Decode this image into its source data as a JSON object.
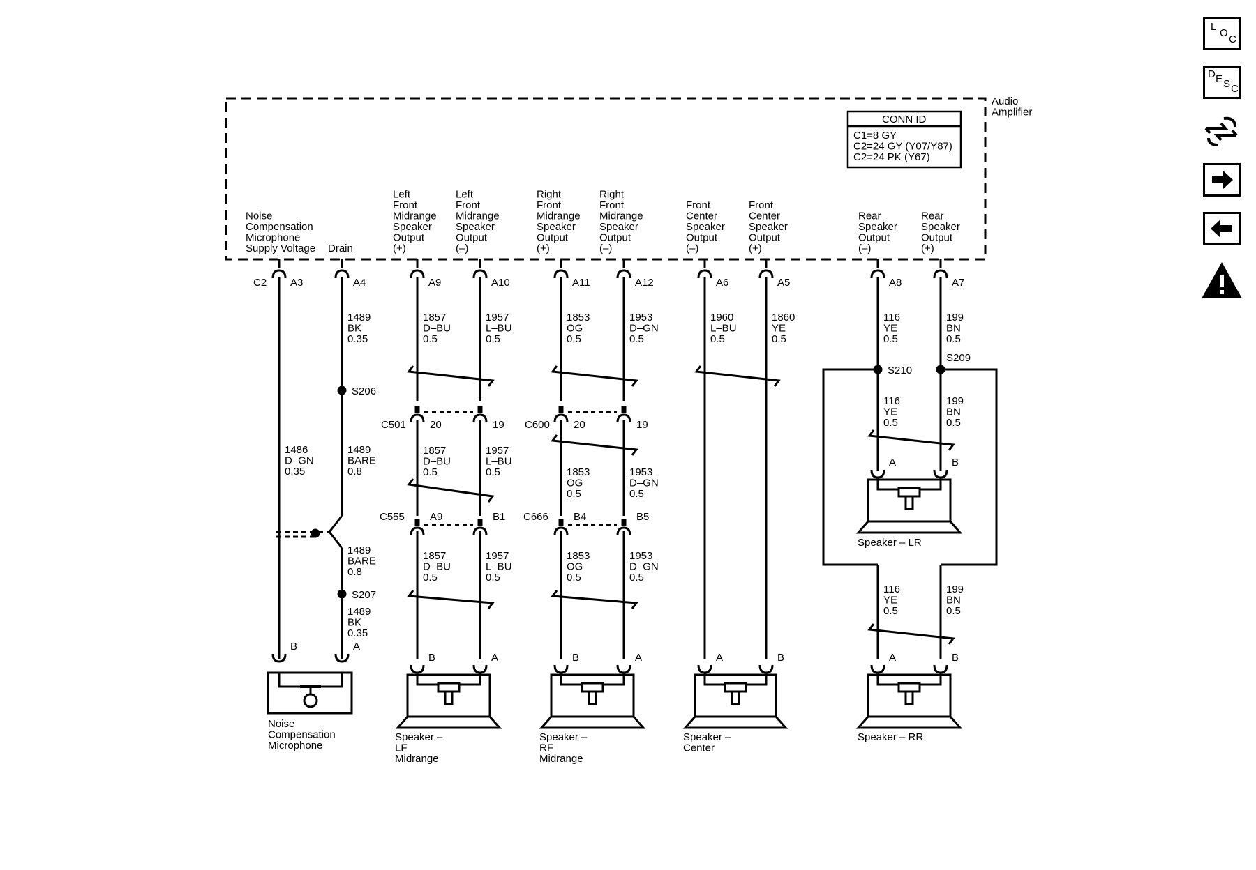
{
  "module": {
    "name": "Audio Amplifier",
    "conn_id": {
      "title": "CONN ID",
      "lines": [
        "C1=8 GY",
        "C2=24 GY (Y07/Y87)",
        "C2=24 PK (Y67)"
      ]
    }
  },
  "outputs": [
    {
      "label": "Noise Compensation Microphone Supply Voltage",
      "conn": "C2",
      "pin": "A3"
    },
    {
      "label": "Drain",
      "pin": "A4"
    },
    {
      "label": "Left Front Midrange Speaker Output (+)",
      "pin": "A9"
    },
    {
      "label": "Left Front Midrange Speaker Output (–)",
      "pin": "A10"
    },
    {
      "label": "Right Front Midrange Speaker Output (+)",
      "pin": "A11"
    },
    {
      "label": "Right Front Midrange Speaker Output (–)",
      "pin": "A12"
    },
    {
      "label": "Front Center Speaker Output (–)",
      "pin": "A6"
    },
    {
      "label": "Front Center Speaker Output (+)",
      "pin": "A5"
    },
    {
      "label": "Rear Speaker Output (–)",
      "pin": "A8"
    },
    {
      "label": "Rear Speaker Output (+)",
      "pin": "A7"
    }
  ],
  "wires": {
    "w1486": "1486 D–GN 0.35",
    "w1489_top": "1489 BK 0.35",
    "w1489_mid": "1489 BARE 0.8",
    "w1489_low": "1489 BARE 0.8",
    "w1489_bot": "1489 BK 0.35",
    "w1857": "1857 D–BU 0.5",
    "w1957": "1957 L–BU 0.5",
    "w1853": "1853 OG 0.5",
    "w1953": "1953 D–GN 0.5",
    "w1960": "1960 L–BU 0.5",
    "w1860": "1860 YE 0.5",
    "w116": "116 YE 0.5",
    "w199": "199 BN 0.5"
  },
  "splices": [
    "S206",
    "S207",
    "S209",
    "S210"
  ],
  "connectors": [
    {
      "id": "C501",
      "pins": [
        "20",
        "19"
      ]
    },
    {
      "id": "C600",
      "pins": [
        "20",
        "19"
      ]
    },
    {
      "id": "C555",
      "pins": [
        "A9",
        "B1"
      ]
    },
    {
      "id": "C666",
      "pins": [
        "B4",
        "B5"
      ]
    }
  ],
  "components": [
    {
      "name": "Noise Compensation Microphone",
      "pins": [
        "B",
        "A"
      ]
    },
    {
      "name": "Speaker – LF Midrange",
      "pins": [
        "B",
        "A"
      ]
    },
    {
      "name": "Speaker – RF Midrange",
      "pins": [
        "B",
        "A"
      ]
    },
    {
      "name": "Speaker – Center",
      "pins": [
        "A",
        "B"
      ]
    },
    {
      "name": "Speaker – LR",
      "pins": [
        "A",
        "B"
      ]
    },
    {
      "name": "Speaker – RR",
      "pins": [
        "A",
        "B"
      ]
    }
  ],
  "sidebar": {
    "loc": [
      "L",
      "O",
      "C"
    ],
    "desc": [
      "D",
      "E",
      "S",
      "C"
    ],
    "items": [
      "loc-button",
      "desc-button",
      "connector-button",
      "next-button",
      "previous-button",
      "caution-button"
    ]
  }
}
